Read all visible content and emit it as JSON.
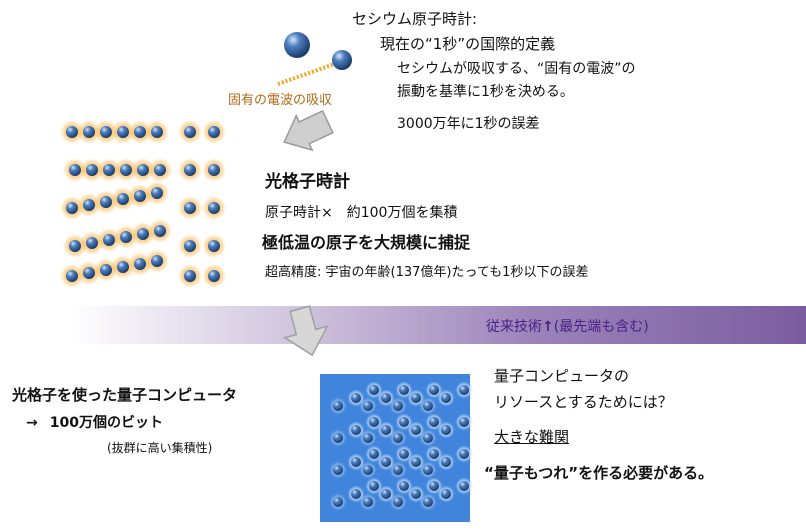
{
  "cesium": {
    "title": "セシウム原子時計:",
    "subtitle": "現在の“1秒”の国際的定義",
    "desc_line1": "セシウムが吸収する、“固有の電波”の",
    "desc_line2": "振動を基準に1秒を決める。",
    "error": "3000万年に1秒の誤差",
    "absorption_label": "固有の電波の吸収"
  },
  "lattice_clock": {
    "title": "光格子時計",
    "line1": "原子時計×　約100万個を集積",
    "line2": "極低温の原子を大規模に捕捉",
    "line3": "超高精度: 宇宙の年齢(137億年)たっても1秒以下の誤差"
  },
  "band": {
    "label": "従来技術",
    "arrow": "↑",
    "note": "(最先端も含む)"
  },
  "quantum_left": {
    "title": "光格子を使った量子コンピュータ",
    "arrow": "→",
    "bits": "100万個のビット",
    "note": "(抜群に高い集積性)"
  },
  "quantum_right": {
    "line1": "量子コンピュータの",
    "line2": "リソースとするためには？",
    "problem": "大きな難関",
    "requirement": "“量子もつれ”を作る必要がある。"
  },
  "colors": {
    "atom": "#2f5f9e",
    "glow": "#f7a21b",
    "band_dark": "#7a5d9f",
    "band_text": "#4b1f86",
    "absorption_text": "#b36a17",
    "cube_blue": "#1f6fd6"
  }
}
